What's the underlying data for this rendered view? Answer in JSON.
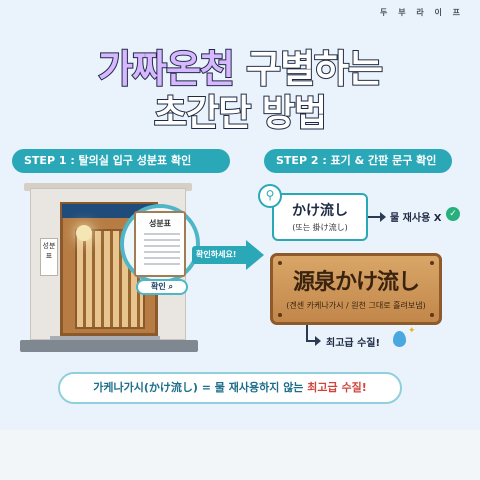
{
  "brand": "두 부 라 이 프",
  "title": {
    "line1_highlight": "가짜온천",
    "line1_rest": " 구별하는",
    "line2": "초간단 방법"
  },
  "step1": {
    "label": "STEP 1 : 탈의실 입구 성분표 확인",
    "wall_sign": "성분표",
    "card_title": "성분표",
    "check_button": "확인",
    "arrow_label": "확인하세요!"
  },
  "step2": {
    "label": "STEP 2 : 표기 & 간판 문구 확인",
    "small_sign_main": "かけ流し",
    "small_sign_sub": "(또는 掛け流し)",
    "reuse_text": "물 재사용 X",
    "wood_sign_main": "源泉かけ流し",
    "wood_sign_sub": "(겐센 카케나가시 / 원천 그대로 흘려보냄)",
    "best_text": "최고급 수질!"
  },
  "summary": {
    "part1": "가케나가시(かけ流し) = 물 재사용하지 않는 ",
    "part2": "최고급 수질!"
  },
  "colors": {
    "accent": "#2aa8b8",
    "highlight": "#d7b7ff",
    "wood": "#c2874a",
    "check": "#27b07c",
    "emphasis": "#d0443c"
  },
  "icons": [
    "search-icon",
    "check-circle-icon",
    "water-drop-icon",
    "sparkle-icon",
    "arrow-right-icon"
  ]
}
